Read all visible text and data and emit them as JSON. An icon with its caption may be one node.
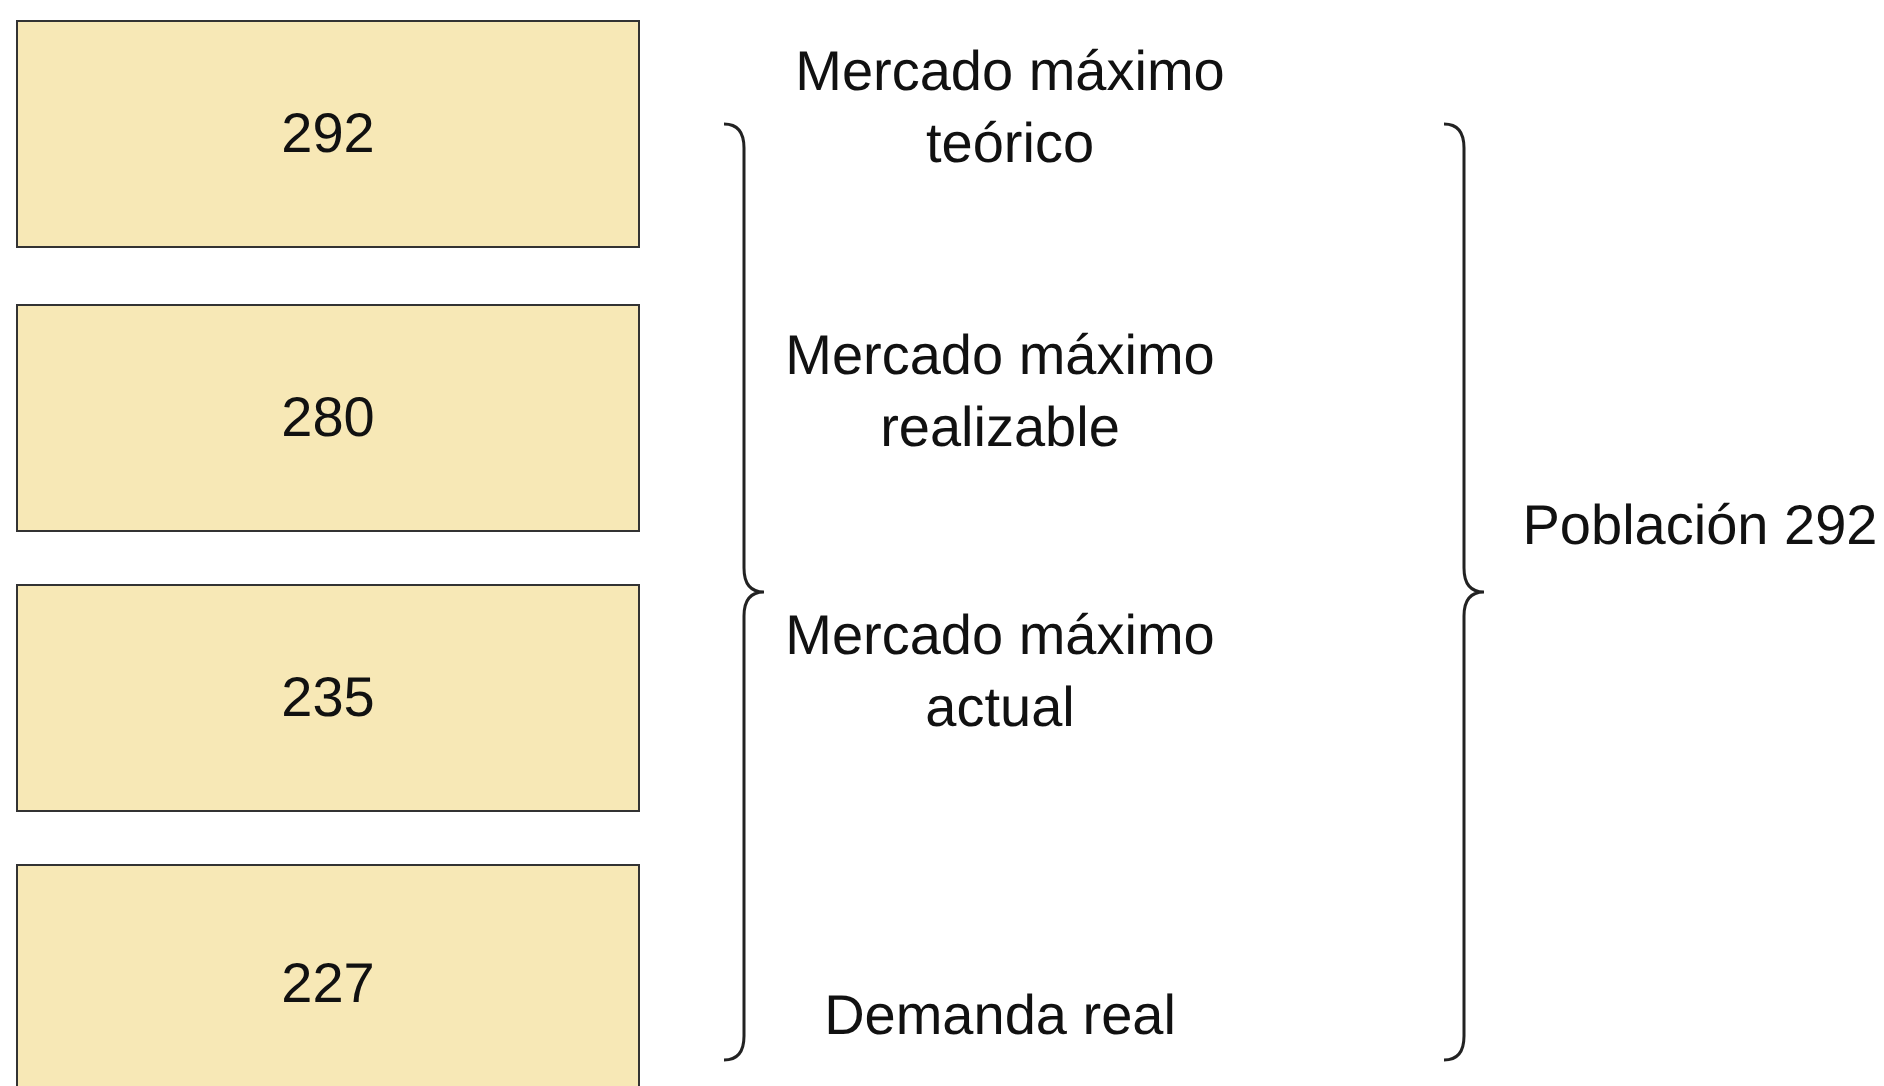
{
  "diagram": {
    "nodes": [
      {
        "text": [
          "292"
        ]
      },
      {
        "text": [
          "280"
        ]
      },
      {
        "text": [
          "235"
        ]
      },
      {
        "text": [
          "227"
        ]
      }
    ],
    "labels": [
      "Mercado máximo teórico",
      "Mercado máximo realizable",
      "Mercado máximo actual",
      "Demanda real",
      "Población 292"
    ]
  }
}
